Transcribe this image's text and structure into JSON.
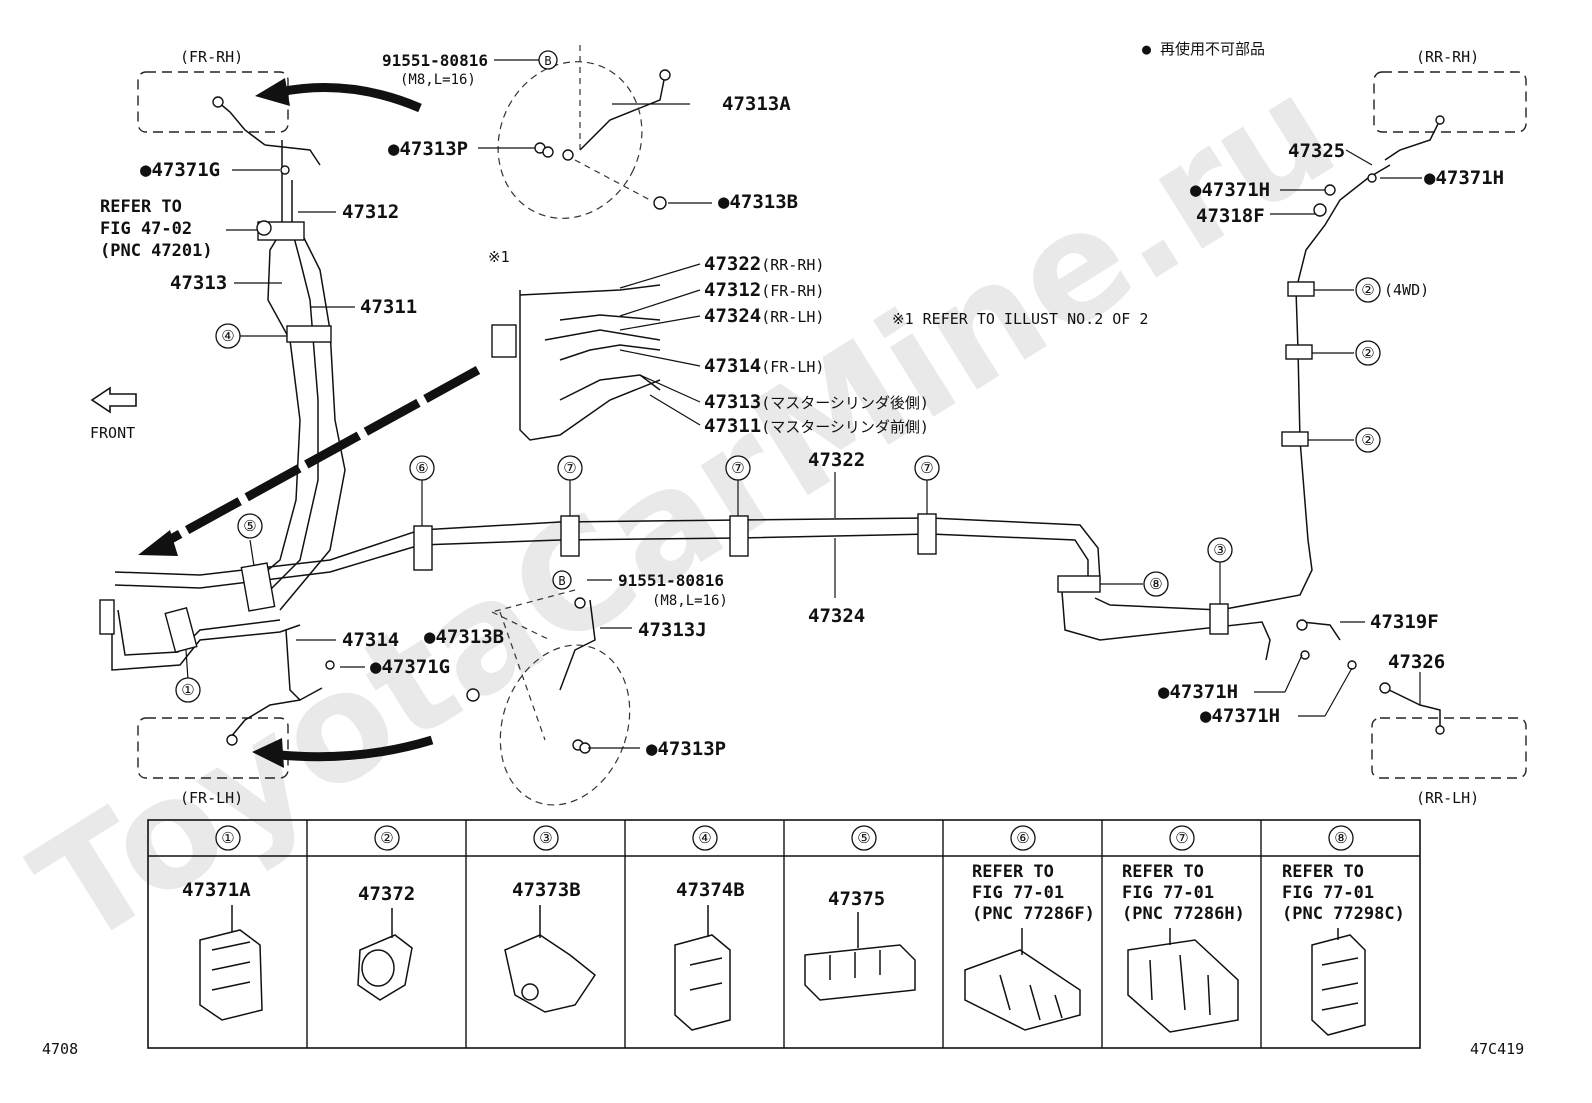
{
  "title_note": "● 再使用不可部品",
  "ref_note": "※1  REFER TO ILLUST NO.2 OF 2",
  "ref_mark": "※1",
  "front_label": "FRONT",
  "page_code_left": "4708",
  "page_code_right": "47C419",
  "watermark": "ToyotaCarMine.ru",
  "wheels": {
    "fr_rh": "(FR-RH)",
    "fr_lh": "(FR-LH)",
    "rr_rh": "(RR-RH)",
    "rr_lh": "(RR-LH)"
  },
  "bolt_top": {
    "pn": "91551-80816",
    "spec": "(M8,L=16)",
    "marker": "B"
  },
  "bolt_bottom": {
    "pn": "91551-80816",
    "spec": "(M8,L=16)",
    "marker": "B"
  },
  "refer_47_02": [
    "REFER TO",
    "FIG 47-02",
    "(PNC 47201)"
  ],
  "parts": {
    "p47313A": "47313A",
    "p47313P_top": "●47313P",
    "p47313B_top": "●47313B",
    "p47371G_top": "●47371G",
    "p47312": "47312",
    "p47313": "47313",
    "p47311": "47311",
    "p47314": "47314",
    "p47313B_bot": "●47313B",
    "p47371G_bot": "●47371G",
    "p47313J": "47313J",
    "p47313P_bot": "●47313P",
    "p47322": "47322",
    "p47324": "47324",
    "p47325": "47325",
    "p47371H_a": "●47371H",
    "p47371H_b": "●47371H",
    "p47318F": "47318F",
    "p47319F": "47319F",
    "p47326": "47326",
    "p47371H_c": "●47371H",
    "p47371H_d": "●47371H"
  },
  "callout_list": [
    {
      "pn": "47322",
      "desc": "(RR-RH)"
    },
    {
      "pn": "47312",
      "desc": "(FR-RH)"
    },
    {
      "pn": "47324",
      "desc": "(RR-LH)"
    },
    {
      "pn": "47314",
      "desc": "(FR-LH)"
    },
    {
      "pn": "47313",
      "desc": "(マスターシリンダ後側)"
    },
    {
      "pn": "47311",
      "desc": "(マスターシリンダ前側)"
    }
  ],
  "clip_tags": {
    "c2_4wd": "(4WD)"
  },
  "circles": [
    "①",
    "②",
    "③",
    "④",
    "⑤",
    "⑥",
    "⑦",
    "⑧"
  ],
  "table": [
    {
      "num": "①",
      "lines": [
        "47371A"
      ]
    },
    {
      "num": "②",
      "lines": [
        "47372"
      ]
    },
    {
      "num": "③",
      "lines": [
        "47373B"
      ]
    },
    {
      "num": "④",
      "lines": [
        "47374B"
      ]
    },
    {
      "num": "⑤",
      "lines": [
        "47375"
      ]
    },
    {
      "num": "⑥",
      "lines": [
        "REFER TO",
        "FIG 77-01",
        "(PNC 77286F)"
      ]
    },
    {
      "num": "⑦",
      "lines": [
        "REFER TO",
        "FIG 77-01",
        "(PNC 77286H)"
      ]
    },
    {
      "num": "⑧",
      "lines": [
        "REFER TO",
        "FIG 77-01",
        "(PNC 77298C)"
      ]
    }
  ]
}
